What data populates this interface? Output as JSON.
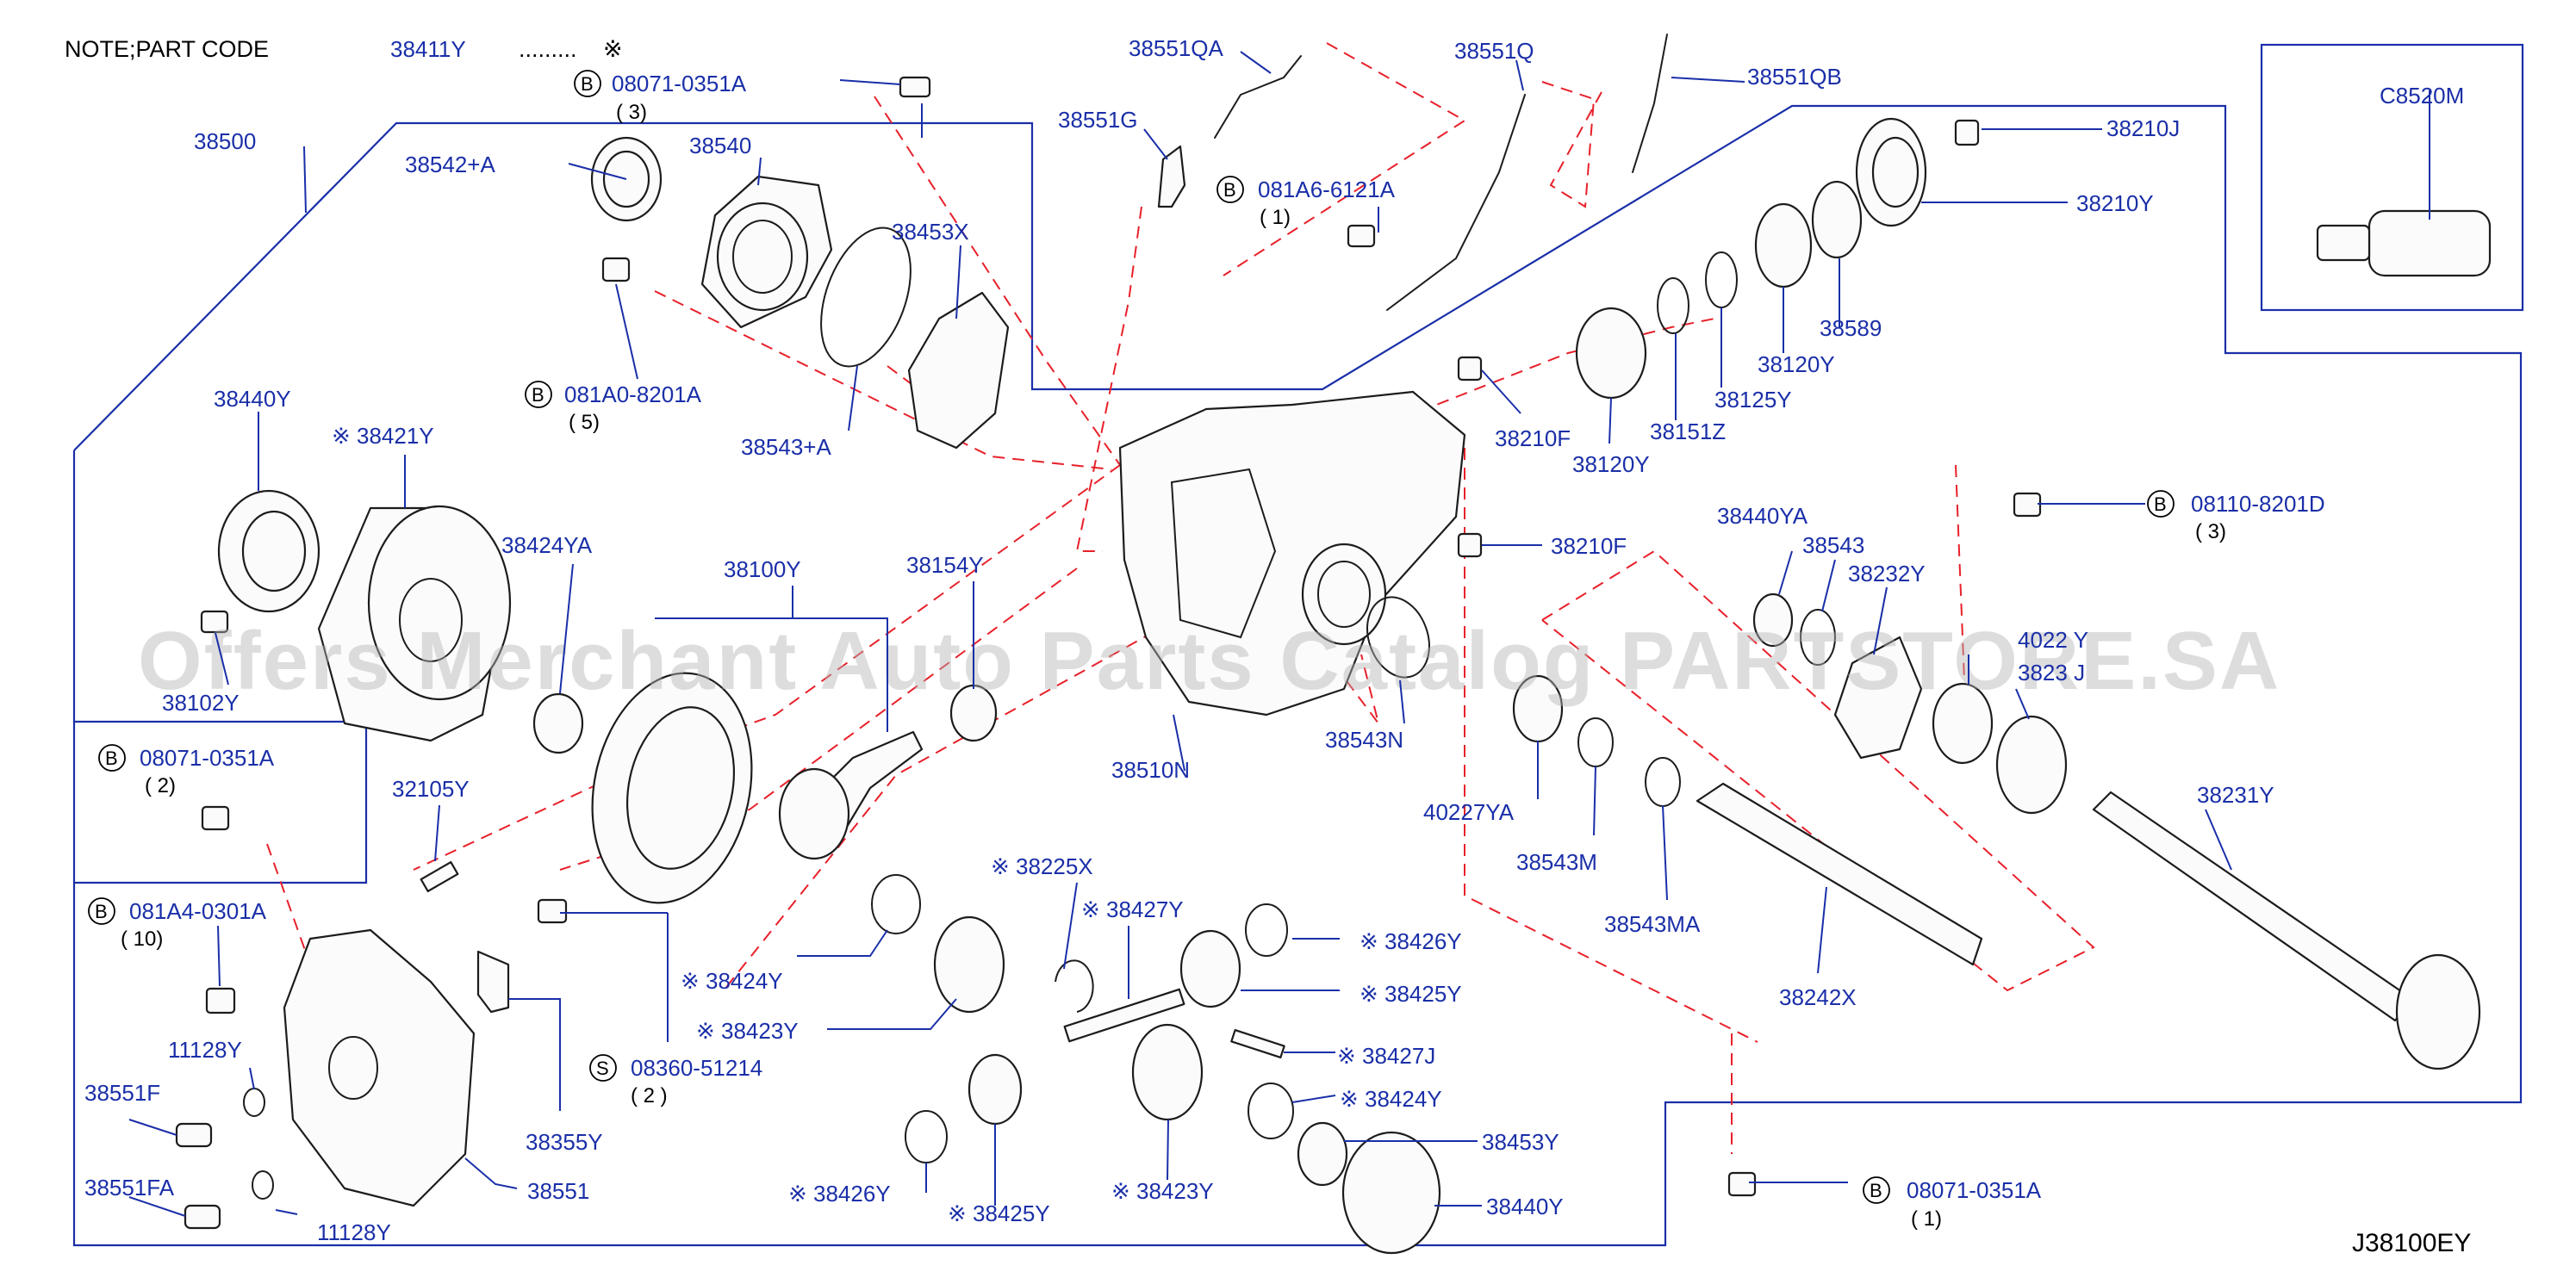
{
  "note": {
    "prefix": "NOTE;PART   CODE",
    "code": "38411Y",
    "dots": ".........",
    "mark": "※"
  },
  "diagram_code": "J38100EY",
  "watermark": "Offers Merchant Auto Parts Catalog PARTSTORE.SA",
  "part_labels": [
    "38500",
    "38542+A",
    "38540",
    "38453X",
    "38543+A",
    "38440Y",
    "※ 38421Y",
    "38424YA",
    "38102Y",
    "38100Y",
    "38154Y",
    "38551QA",
    "38551G",
    "38551Q",
    "38551QB",
    "38210J",
    "38210Y",
    "38589",
    "38120Y",
    "38125Y",
    "38151Z",
    "38120Y",
    "38210F",
    "38210F",
    "C8520M",
    "38510N",
    "38543N",
    "38440YA",
    "38543",
    "38232Y",
    "4022 Y",
    "3823 J",
    "40227YA",
    "38543M",
    "38543MA",
    "38242X",
    "38231Y",
    "32105Y",
    "11128Y",
    "38551F",
    "38551FA",
    "11128Y",
    "38551",
    "38355Y",
    "※ 38424Y",
    "※ 38423Y",
    "※ 38225X",
    "※ 38427Y",
    "※ 38426Y",
    "※ 38425Y",
    "※ 38427J",
    "※ 38424Y",
    "※ 38426Y",
    "※ 38425Y",
    "※ 38423Y",
    "38453Y",
    "38440Y"
  ],
  "fasteners": [
    {
      "letter": "B",
      "code": "08071-0351A",
      "qty": "( 3)"
    },
    {
      "letter": "B",
      "code": "081A6-6121A",
      "qty": "( 1)"
    },
    {
      "letter": "B",
      "code": "081A0-8201A",
      "qty": "( 5)"
    },
    {
      "letter": "B",
      "code": "08110-8201D",
      "qty": "( 3)"
    },
    {
      "letter": "B",
      "code": "08071-0351A",
      "qty": "( 2)"
    },
    {
      "letter": "B",
      "code": "081A4-0301A",
      "qty": "( 10)"
    },
    {
      "letter": "S",
      "code": "08360-51214",
      "qty": "( 2    )"
    },
    {
      "letter": "B",
      "code": "08071-0351A",
      "qty": "( 1)"
    }
  ]
}
